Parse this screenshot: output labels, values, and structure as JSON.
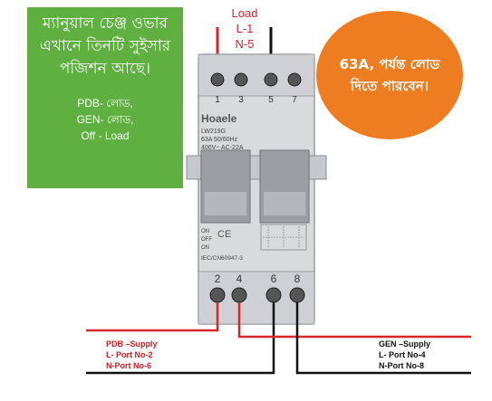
{
  "top_label": {
    "line1": "Load",
    "line2": "L-1",
    "line3": "N-5"
  },
  "green_note": {
    "bengali_text": "ম্যানুয়াল চেঞ্জ ওভার এখানে তিনটি সুইসার পজিশন আছে।",
    "mode1": "PDB- লোড,",
    "mode2": "GEN- লোড,",
    "mode3": "Off - Load"
  },
  "orange_note": {
    "text": "63A, পর্যন্ত লোড দিতে পারবেন।"
  },
  "device": {
    "brand": "Hoaele",
    "model": "LW219G",
    "rating": "63A  50/60Hz",
    "voltage": "400V~  AC-22A",
    "pos_on1": "ON",
    "pos_off": "OFF",
    "pos_on2": "ON",
    "standard": "IEC/CN60947-3",
    "top_terminals": [
      "1",
      "3",
      "5",
      "7"
    ],
    "bottom_terminals": [
      "2",
      "4",
      "6",
      "8"
    ]
  },
  "pdb_label": {
    "line1": "PDB –Supply",
    "line2": "L- Port No-2",
    "line3": "N-Port No-6"
  },
  "gen_label": {
    "line1": "GEN –Supply",
    "line2": "L- Port No-4",
    "line3": "N-Port No-8"
  },
  "colors": {
    "green": "#5fb040",
    "orange": "#ee7d22",
    "red_wire": "#d8262c",
    "black_wire": "#111111"
  }
}
